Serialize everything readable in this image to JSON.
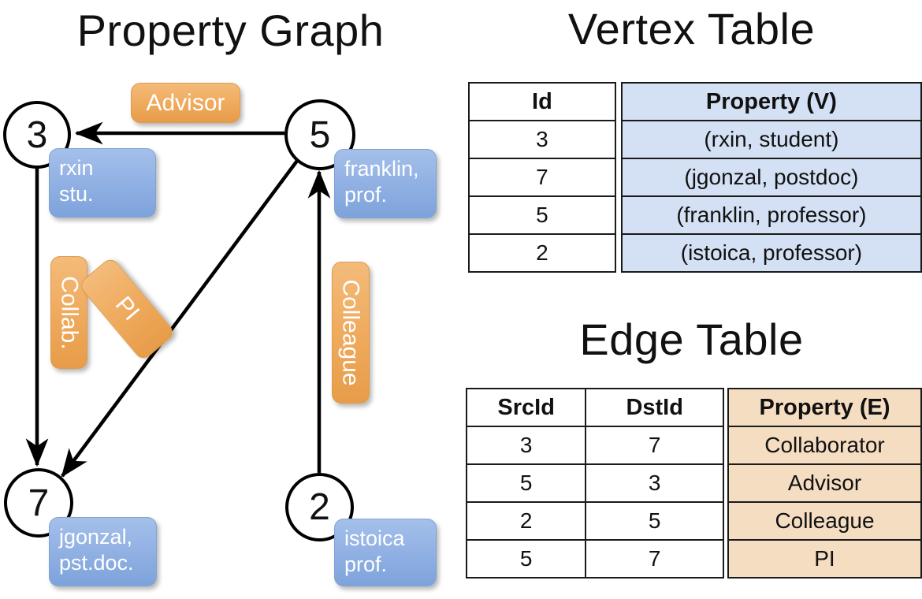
{
  "titles": {
    "property_graph": "Property Graph",
    "vertex_table": "Vertex Table",
    "edge_table": "Edge Table"
  },
  "colors": {
    "vertex_cell": "#d4e0f3",
    "edge_cell": "#f5ddc2",
    "node_label_blue": "#93b2e4",
    "edge_label_orange": "#efab5e",
    "stroke": "#000000"
  },
  "graph": {
    "nodes": [
      {
        "id": "3",
        "label_lines": [
          "rxin",
          "stu."
        ]
      },
      {
        "id": "5",
        "label_lines": [
          "franklin,",
          "prof."
        ]
      },
      {
        "id": "7",
        "label_lines": [
          "jgonzal,",
          "pst.doc."
        ]
      },
      {
        "id": "2",
        "label_lines": [
          "istoica",
          "prof."
        ]
      }
    ],
    "edge_labels": [
      {
        "name": "advisor",
        "text": "Advisor",
        "orientation": "horizontal"
      },
      {
        "name": "collab",
        "text": "Collab.",
        "orientation": "vertical"
      },
      {
        "name": "pi",
        "text": "PI",
        "orientation": "diagonal"
      },
      {
        "name": "colleague",
        "text": "Colleague",
        "orientation": "vertical"
      }
    ],
    "edges": [
      {
        "from": "5",
        "to": "3",
        "label": "Advisor"
      },
      {
        "from": "3",
        "to": "7",
        "label": "Collab."
      },
      {
        "from": "5",
        "to": "7",
        "label": "PI"
      },
      {
        "from": "2",
        "to": "5",
        "label": "Colleague"
      }
    ]
  },
  "vertex_table": {
    "headers": [
      "Id",
      "Property (V)"
    ],
    "rows": [
      {
        "id": "3",
        "property": "(rxin, student)"
      },
      {
        "id": "7",
        "property": "(jgonzal, postdoc)"
      },
      {
        "id": "5",
        "property": "(franklin, professor)"
      },
      {
        "id": "2",
        "property": "(istoica, professor)"
      }
    ]
  },
  "edge_table": {
    "headers": [
      "SrcId",
      "DstId",
      "Property (E)"
    ],
    "rows": [
      {
        "src": "3",
        "dst": "7",
        "property": "Collaborator"
      },
      {
        "src": "5",
        "dst": "3",
        "property": "Advisor"
      },
      {
        "src": "2",
        "dst": "5",
        "property": "Colleague"
      },
      {
        "src": "5",
        "dst": "7",
        "property": "PI"
      }
    ]
  }
}
